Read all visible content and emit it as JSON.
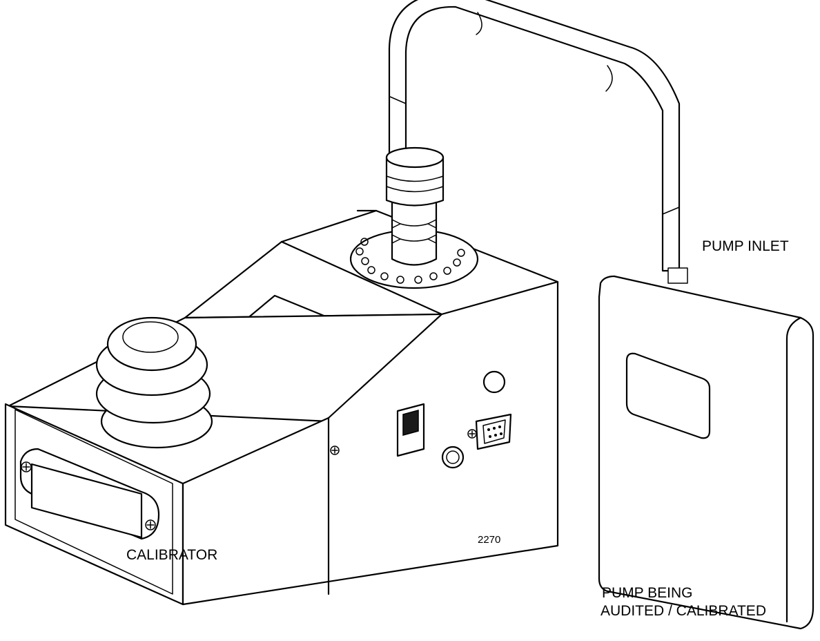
{
  "labels": {
    "pump_inlet": "PUMP INLET",
    "calibrator": "CALIBRATOR",
    "pump_line1": "PUMP BEING",
    "pump_line2": "AUDITED / CALIBRATED",
    "figure_number": "2270"
  }
}
